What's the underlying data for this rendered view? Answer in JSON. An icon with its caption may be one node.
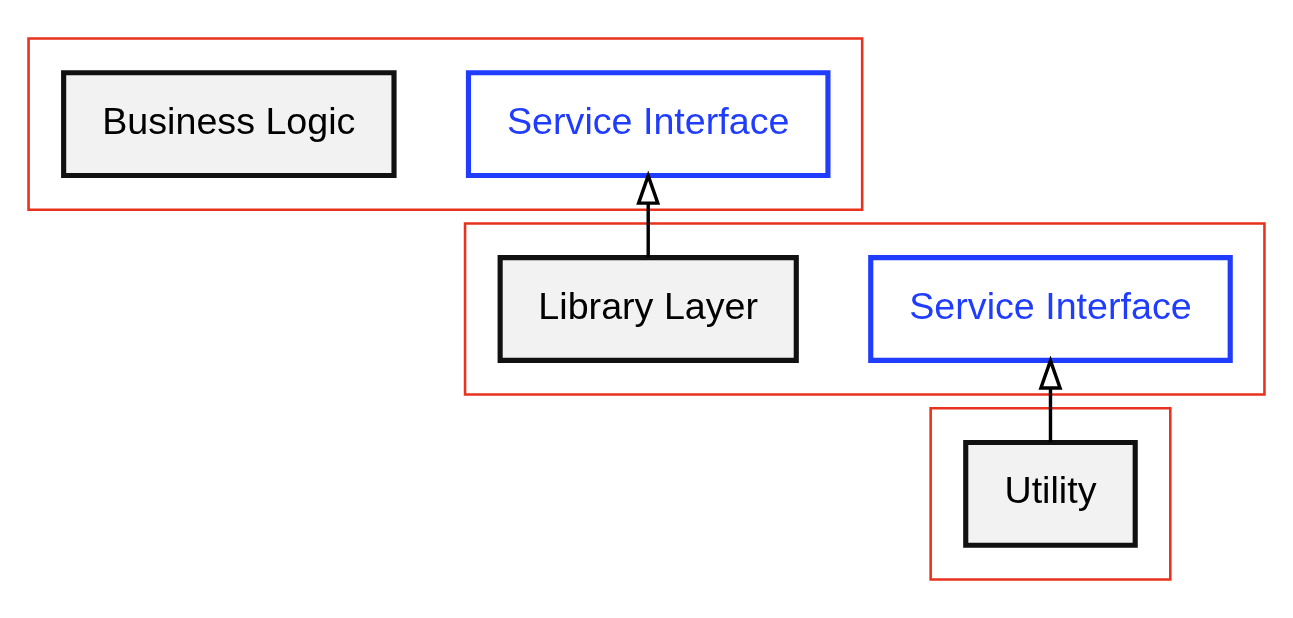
{
  "diagram": {
    "nodes": [
      {
        "text": [],
        "shape": "box"
      },
      {
        "text": [
          "Business Logic"
        ],
        "in": 0
      },
      {
        "text": [
          "Service Interface"
        ],
        "in": 0
      },
      {
        "text": [],
        "shape": "box"
      },
      {
        "text": [
          "Library Layer"
        ],
        "in": 3
      },
      {
        "text": [
          "Service Interface"
        ],
        "in": 3
      },
      {
        "text": [],
        "shape": "box"
      },
      {
        "text": [
          "Utility"
        ],
        "in": 6
      }
    ],
    "edges": [
      {
        "from": 4,
        "to": 2,
        "arrow": "to"
      },
      {
        "from": 7,
        "to": 5,
        "arrow": "to"
      }
    ]
  }
}
